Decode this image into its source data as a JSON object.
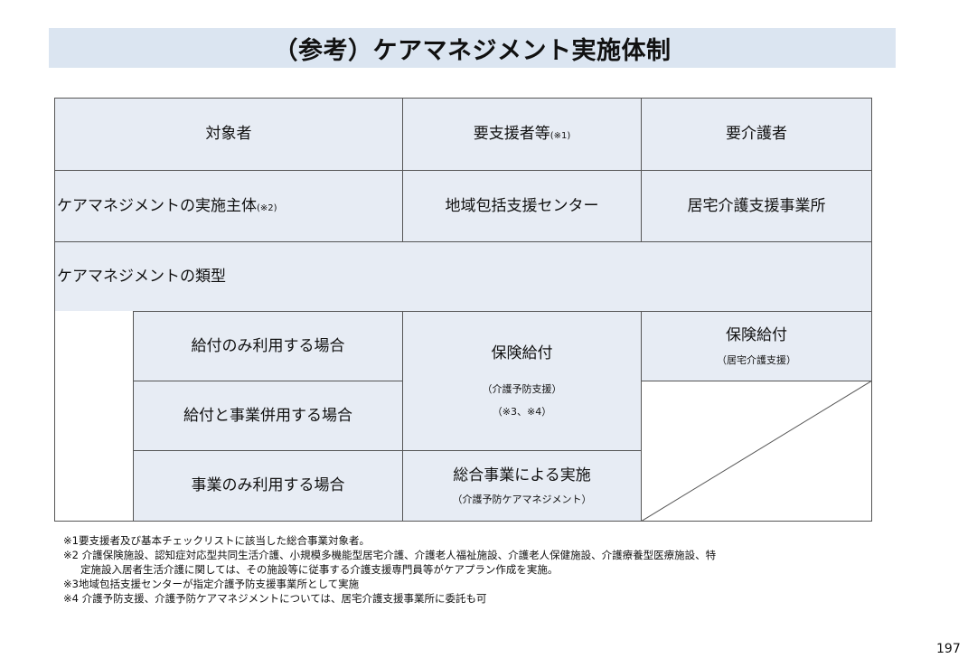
{
  "title": "（参考）ケアマネジメント実施体制",
  "header": {
    "target": "対象者",
    "support_needed": "要支援者等",
    "support_note": "(※1)",
    "care_needed": "要介護者"
  },
  "row_entity": {
    "label": "ケアマネジメントの実施主体",
    "label_note": "(※2)",
    "support_value": "地域包括支援センター",
    "care_value": "居宅介護支援事業所"
  },
  "row_type": {
    "label": "ケアマネジメントの類型"
  },
  "cases": {
    "benefit_only": "給付のみ利用する場合",
    "benefit_and_service": "給付と事業併用する場合",
    "service_only": "事業のみ利用する場合"
  },
  "support_benefit": {
    "main": "保険給付",
    "sub": "（介護予防支援）",
    "note": "（※3、※4）"
  },
  "care_benefit": {
    "main": "保険給付",
    "sub": "（居宅介護支援）"
  },
  "service_impl": {
    "main": "総合事業による実施",
    "sub": "（介護予防ケアマネジメント）"
  },
  "footnotes": [
    "※1要支援者及び基本チェックリストに該当した総合事業対象者。",
    "※2 介護保険施設、認知症対応型共同生活介護、小規模多機能型居宅介護、介護老人福祉施設、介護老人保健施設、介護療養型医療施設、特",
    "定施設入居者生活介護に関しては、その施設等に従事する介護支援専門員等がケアプラン作成を実施。",
    "※3地域包括支援センターが指定介護予防支援事業所として実施",
    "※4 介護予防支援、介護予防ケアマネジメントについては、居宅介護支援事業所に委託も可"
  ],
  "page_number": "197"
}
